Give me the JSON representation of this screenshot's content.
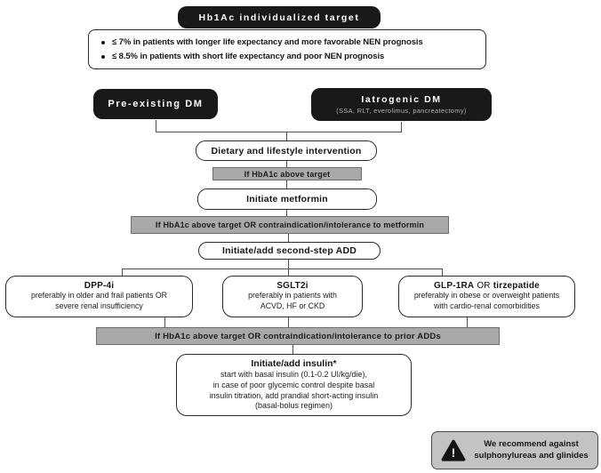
{
  "palette": {
    "box_black": "#191919",
    "bar_fill": "#a9a9a9",
    "bar_border": "#6e6e6e",
    "warning_fill": "#c3c3c3",
    "line": "#4f4f4f"
  },
  "target": {
    "title": "Hb1Ac individualized target",
    "bullets": [
      "≤ 7% in patients with longer life expectancy and more favorable NEN prognosis",
      "≤ 8.5% in patients with short life expectancy and poor NEN prognosis"
    ]
  },
  "origins": {
    "preexisting": {
      "title": "Pre-existing DM"
    },
    "iatrogenic": {
      "title": "Iatrogenic DM",
      "subtitle": "(SSA, RLT, everolimus, pancreatectomy)"
    }
  },
  "flow": {
    "dietary": "Dietary and lifestyle intervention",
    "condition1": "If HbA1c above target",
    "metformin": "Initiate metformin",
    "condition2": "If HbA1c above target OR contraindication/intolerance to metformin",
    "second_step": "Initiate/add second-step ADD",
    "condition3": "If HbA1c above target OR contraindication/intolerance to prior ADDs"
  },
  "second_step_options": [
    {
      "title": "DPP-4i",
      "lines": [
        "preferably in older and frail patients OR",
        "severe renal insufficiency"
      ]
    },
    {
      "title": "SGLT2i",
      "lines": [
        "preferably in patients with",
        "ACVD, HF or CKD"
      ]
    },
    {
      "title_bold_1": "GLP-1RA",
      "title_connector": "OR",
      "title_bold_2": "tirzepatide",
      "lines": [
        "preferably in obese or overweight patients",
        "with cardio-renal comorbidities"
      ]
    }
  ],
  "insulin": {
    "title": "Initiate/add insulin*",
    "lines": [
      "start with basal insulin (0.1-0.2 UI/kg/die),",
      "in case of poor glycemic control despite basal",
      "insulin titration, add prandial short-acting insulin",
      "(basal-bolus regimen)"
    ]
  },
  "warning": {
    "mark": "!",
    "lines": [
      "We recommend against",
      "sulphonylureas and glinides"
    ]
  }
}
